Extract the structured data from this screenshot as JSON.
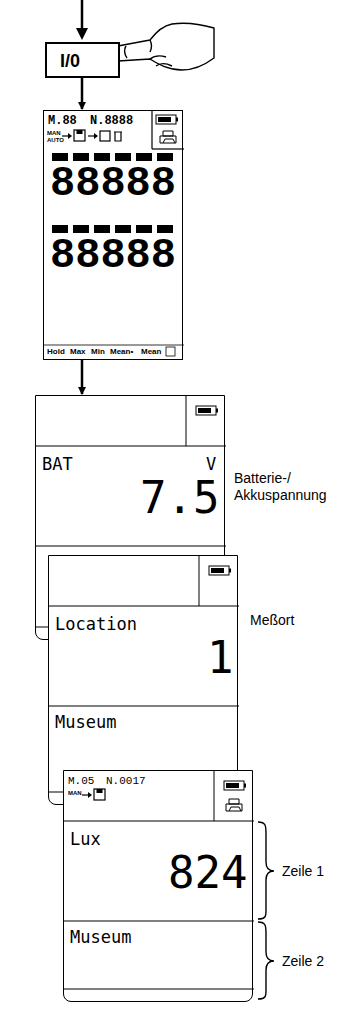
{
  "diagram": {
    "nodes": [
      {
        "text": [
          "I/0"
        ]
      },
      {
        "text": [
          "M.88",
          "N.8888",
          "MAN",
          "AUTO",
          "88888",
          "88888",
          "Hold",
          "Max",
          "Min",
          "Mean•",
          "Mean"
        ]
      },
      {
        "text": [
          "BAT",
          "V",
          "7.5"
        ]
      },
      {
        "text": [
          "Location",
          "1",
          "Museum"
        ]
      },
      {
        "text": [
          "M.05",
          "N.0017",
          "MAN",
          "Lux",
          "824",
          "Museum"
        ]
      }
    ],
    "edges": [
      {
        "from": 0,
        "to": 1,
        "arrow": "to"
      },
      {
        "from": 1,
        "to": 2,
        "arrow": "to"
      }
    ],
    "labels": [
      "Batterie-/ Akkuspannung",
      "Meßort",
      "Zeile 1",
      "Zeile 2"
    ]
  }
}
